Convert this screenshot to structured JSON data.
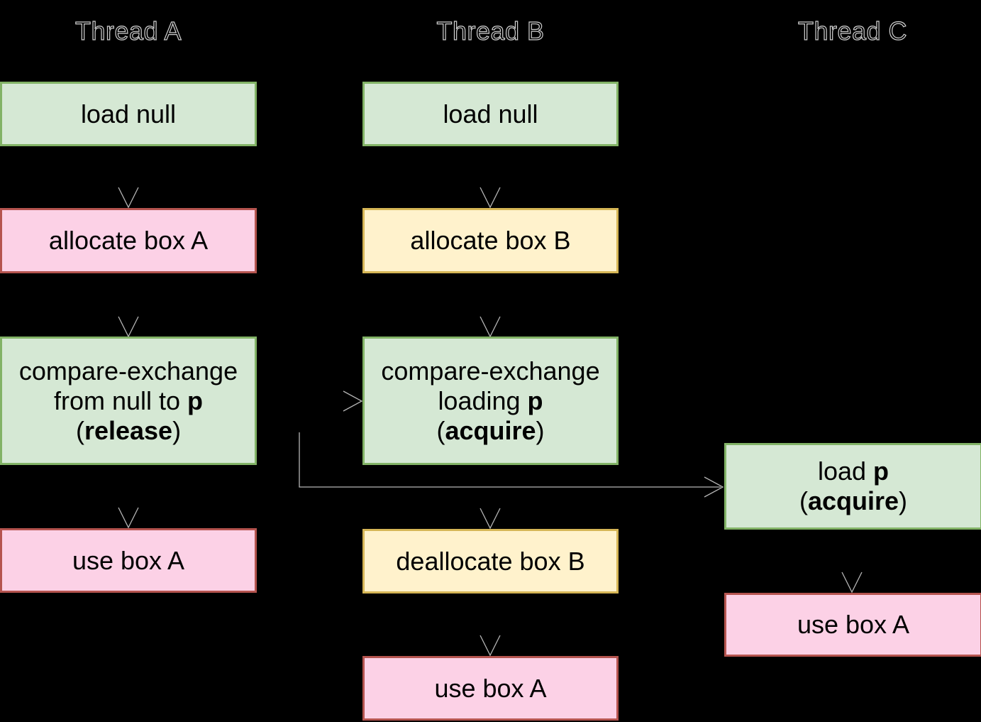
{
  "columns": {
    "a": {
      "title": "Thread A"
    },
    "b": {
      "title": "Thread B"
    },
    "c": {
      "title": "Thread C"
    }
  },
  "boxes": {
    "load_null_a": {
      "label": "load null"
    },
    "allocate_box_a": {
      "label": "allocate box A"
    },
    "cmpxchg_a": {
      "line1": "compare-exchange",
      "line2_pre": "from null to ",
      "line2_bold": "p",
      "line3_pre": "(",
      "line3_bold": "release",
      "line3_post": ")"
    },
    "use_box_a_a": {
      "label": "use box A"
    },
    "load_null_b": {
      "label": "load null"
    },
    "allocate_box_b": {
      "label": "allocate box B"
    },
    "cmpxchg_b": {
      "line1": "compare-exchange",
      "line2_pre": "loading ",
      "line2_bold": "p",
      "line3_pre": "(",
      "line3_bold": "acquire",
      "line3_post": ")"
    },
    "deallocate_box_b": {
      "label": "deallocate box B"
    },
    "use_box_a_b": {
      "label": "use box A"
    },
    "load_p_c": {
      "line1_pre": "load ",
      "line1_bold": "p",
      "line2_pre": "(",
      "line2_bold": "acquire",
      "line2_post": ")"
    },
    "use_box_a_c": {
      "label": "use box A"
    }
  },
  "colors": {
    "green_fill": "#d5e8d4",
    "green_border": "#82b366",
    "pink_fill": "#fcd1e6",
    "pink_border": "#b5544f",
    "yellow_fill": "#fff2cc",
    "yellow_border": "#d6b656",
    "arrow_color": "#c9c9c9",
    "text_outline": "#cfcfcf",
    "box_text": "#000000"
  }
}
